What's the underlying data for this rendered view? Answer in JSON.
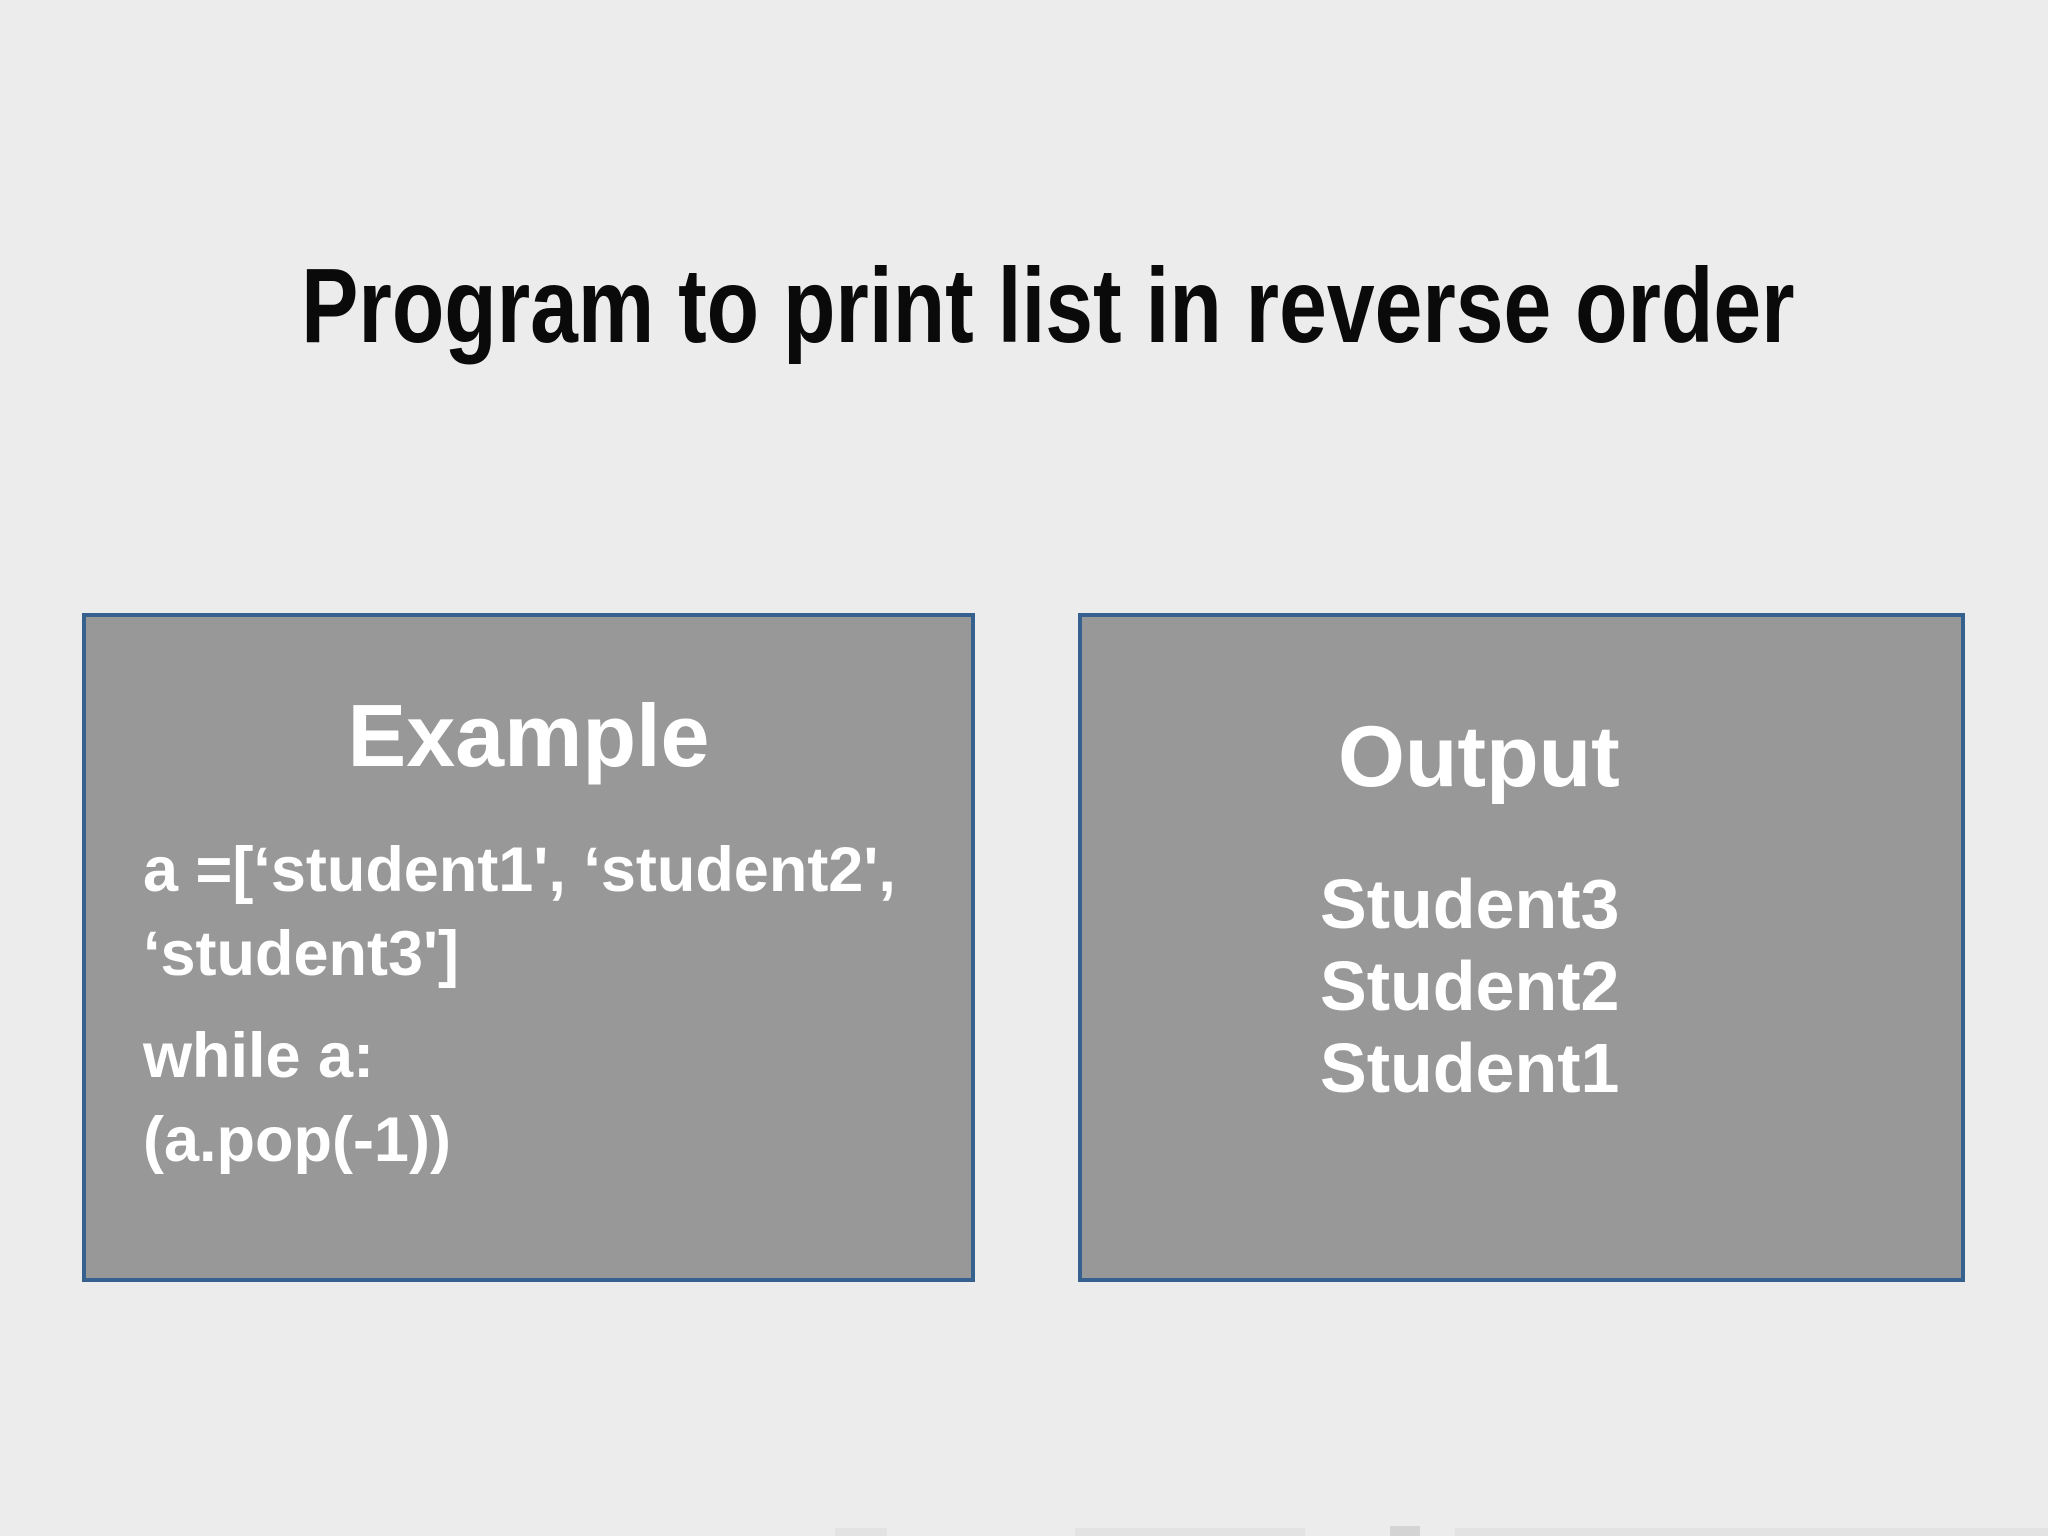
{
  "slide": {
    "title": "Program to print list in reverse order"
  },
  "example_box": {
    "heading": "Example",
    "code": {
      "list_line1": "a =[‘student1', ‘student2',",
      "list_line2": "‘student3']",
      "while_line": "while a:",
      "pop_line": "(a.pop(-1))"
    }
  },
  "output_box": {
    "heading": "Output",
    "result_lines": [
      "Student3",
      "Student2",
      "Student1"
    ]
  },
  "colors": {
    "background": "#ececec",
    "panel_fill": "#989898",
    "panel_border": "#36618e",
    "title_text": "#0a0a0a",
    "panel_text": "#ffffff"
  }
}
